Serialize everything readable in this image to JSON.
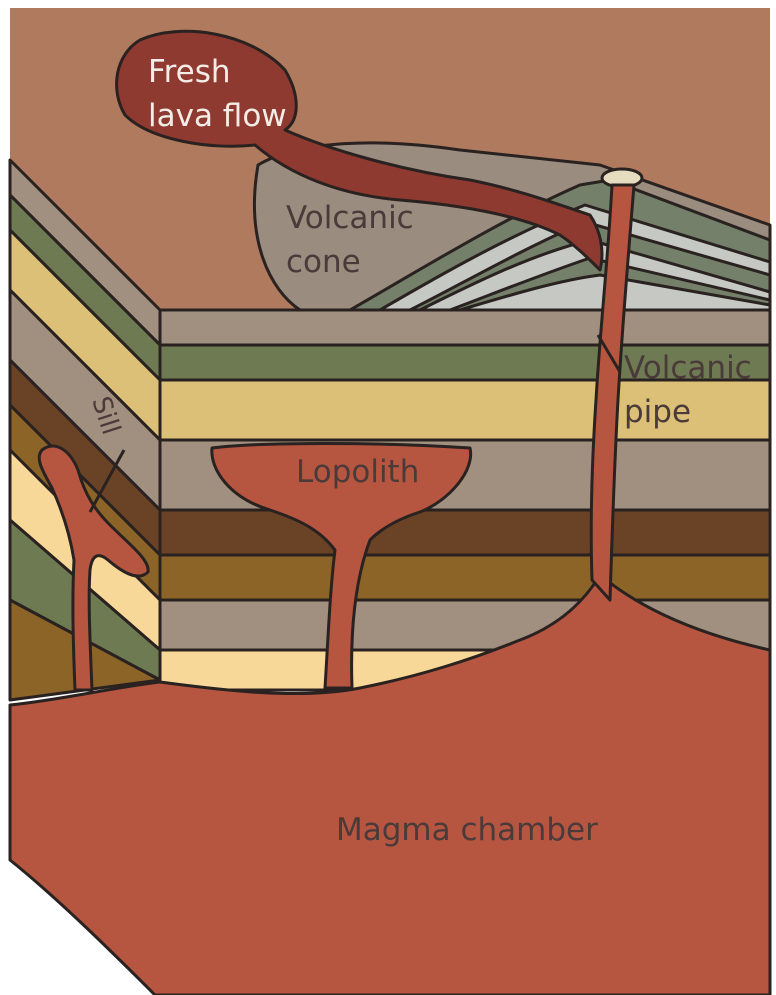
{
  "labels": {
    "fresh_lava_flow_line1": "Fresh",
    "fresh_lava_flow_line2": "lava flow",
    "volcanic_cone_line1": "Volcanic",
    "volcanic_cone_line2": "cone",
    "volcanic_pipe_line1": "Volcanic",
    "volcanic_pipe_line2": "pipe",
    "sill": "Sill",
    "lopolith": "Lopolith",
    "magma_chamber": "Magma chamber"
  },
  "colors": {
    "sky": "#b07a5e",
    "magma": "#b65640",
    "lava": "#8e3a30",
    "grey_rock": "#a1907f",
    "olive": "#6e7a52",
    "sand": "#dcc078",
    "dark_brown": "#6a4226",
    "ochre": "#8c6428",
    "pale_yellow": "#f8d898",
    "cone_grey": "#9a8c7e",
    "cone_green": "#74806a",
    "cone_light": "#c6c8c4",
    "outline": "#2a2220"
  }
}
